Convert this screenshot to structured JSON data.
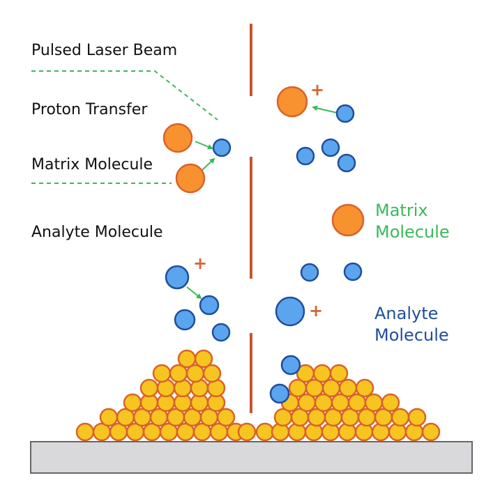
{
  "labels": {
    "pulsed_laser_beam": "Pulsed Laser Beam",
    "proton_transfer": "Proton Transfer",
    "matrix_molecule_left": "Matrix Molecule",
    "analyte_molecule_left": "Analyte Molecule",
    "matrix_molecule_right_line1": "Matrix",
    "matrix_molecule_right_line2": "Molecule",
    "analyte_molecule_right_line1": "Analyte",
    "analyte_molecule_right_line2": "Molecule",
    "charge_symbol": "+"
  },
  "colors": {
    "matrix_fill": "#f7922f",
    "matrix_stroke": "#d9622b",
    "analyte_fill": "#5ba4ee",
    "analyte_stroke": "#1f4e9c",
    "crystal_fill": "#f7c520",
    "crystal_stroke": "#d9622b",
    "laser_line": "#c8552e",
    "arrow_green": "#3cb85a",
    "dashed_green": "#3cb85a",
    "label_green": "#3cb85a",
    "label_blue": "#1f4e9c",
    "plate_fill": "#d9d9db",
    "plate_stroke": "#666666"
  }
}
